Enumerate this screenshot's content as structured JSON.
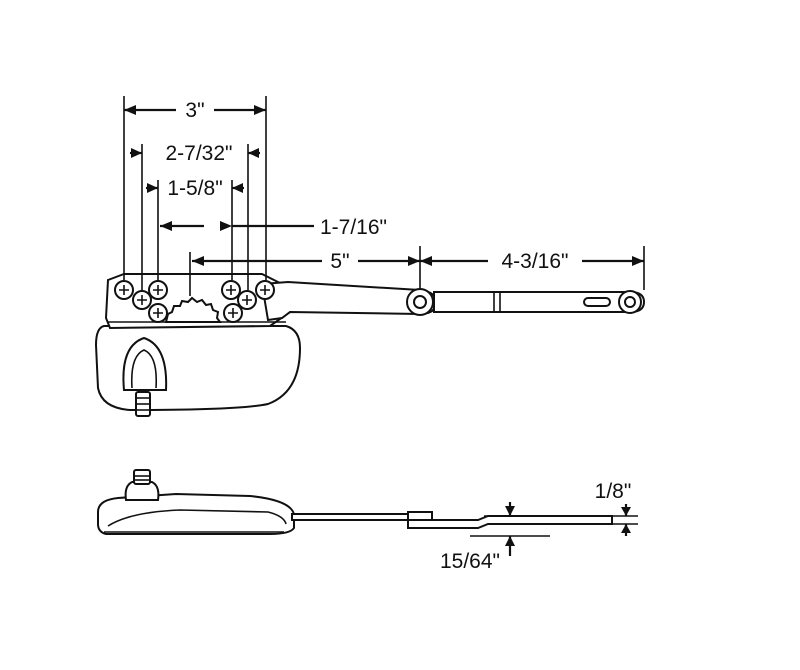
{
  "dimensions": {
    "overall_width": "3\"",
    "hole_span_outer": "2-7/32\"",
    "hole_span_inner": "1-5/8\"",
    "hole_to_arm": "1-7/16\"",
    "arm_length": "5\"",
    "link_length": "4-3/16\"",
    "link_thickness": "1/8\"",
    "link_offset": "15/64\""
  },
  "colors": {
    "line": "#111111",
    "background": "#ffffff"
  }
}
